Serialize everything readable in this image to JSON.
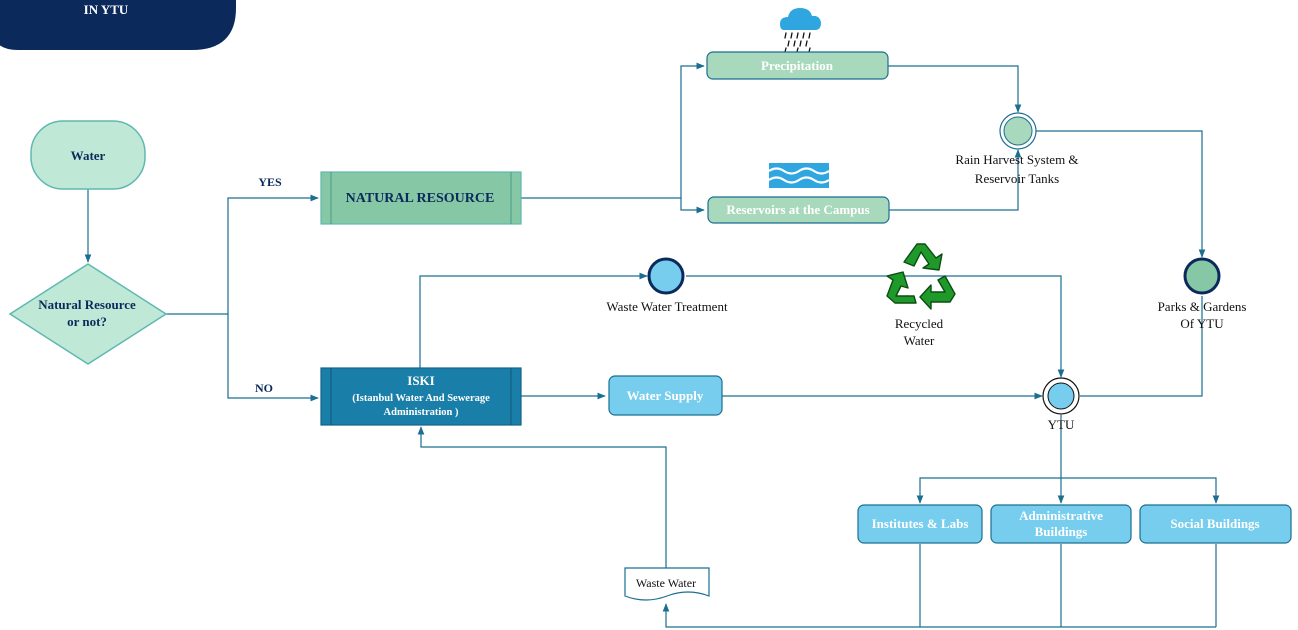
{
  "title": {
    "line": "IN YTU"
  },
  "start": {
    "label": "Water"
  },
  "decision": {
    "line1": "Natural Resource",
    "line2": "or not?"
  },
  "branch": {
    "yes": "YES",
    "no": "NO"
  },
  "natural_resource": {
    "label": "NATURAL RESOURCE"
  },
  "iski": {
    "line1": "ISKI",
    "line2": "(Istanbul Water And Sewerage",
    "line3": "Administration )"
  },
  "precipitation": {
    "label": "Precipitation"
  },
  "reservoirs": {
    "label": "Reservoirs at the Campus"
  },
  "rain_harvest": {
    "line1": "Rain Harvest System &",
    "line2": "Reservoir Tanks"
  },
  "waste_water_treatment": {
    "label": "Waste Water Treatment"
  },
  "recycled_water": {
    "line1": "Recycled",
    "line2": "Water"
  },
  "parks": {
    "line1": "Parks & Gardens",
    "line2": "Of YTU"
  },
  "water_supply": {
    "label": "Water Supply"
  },
  "ytu": {
    "label": "YTU"
  },
  "institutes": {
    "label": "Institutes & Labs"
  },
  "administrative": {
    "line1": "Administrative",
    "line2": "Buildings"
  },
  "social": {
    "label": "Social Buildings"
  },
  "waste_water": {
    "label": "Waste Water"
  },
  "colors": {
    "navy": "#0b2a5b",
    "mint": "#bfe9d6",
    "mint_border": "#5fb8b0",
    "green_box": "#86c8a6",
    "light_green_box": "#a8d9bc",
    "dark_teal": "#1a7fa8",
    "sky": "#76cdee",
    "line": "#1c6f91",
    "recycle": "#1f9a2a"
  }
}
